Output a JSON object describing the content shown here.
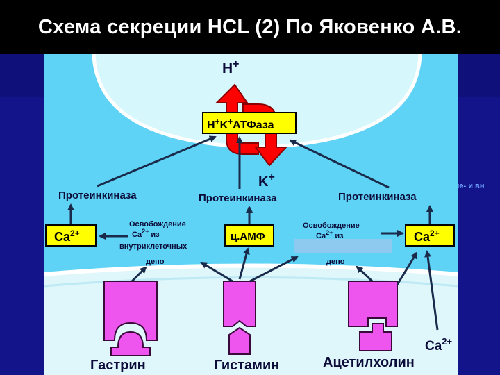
{
  "title": "Схема секреции HCL (2) По Яковенко А.В.",
  "colors": {
    "cell": "#5fd3f5",
    "lumen": "#d6f7fc",
    "box": "#ffff00",
    "pump": "#ff0000",
    "receptor": "#ee55ee",
    "slide_bg": "#10107a"
  },
  "lumen": {
    "ion": "H",
    "ion_sup": "+"
  },
  "pump": {
    "label": "H",
    "sup1": "+",
    "mid": "K",
    "sup2": "+",
    "rest": "АТФаза"
  },
  "k_ion": {
    "label": "K",
    "sup": "+"
  },
  "kinases": {
    "left": "Протеинкиназа",
    "center": "Протеинкиназа",
    "right": "Протеинкиназа"
  },
  "boxes": {
    "ca_left": {
      "label": "Ca",
      "sup": "2+"
    },
    "camp": "ц.АМФ",
    "ca_right": {
      "label": "Ca",
      "sup": "2+"
    }
  },
  "release_left": {
    "line1": "Освобождение",
    "line2a": "Ca",
    "line2sup": "2+",
    "line2b": " из",
    "line3": "внутриклеточных",
    "line4": "депо"
  },
  "release_right": {
    "line1": "Освобождение",
    "line2a": "Ca",
    "line2sup": "2+",
    "line2b": " из",
    "line4": "депо"
  },
  "receptors": {
    "left": "Гастрин",
    "center": "Гистамин",
    "right": "Ацетилхолин"
  },
  "ca_outside": {
    "label": "Ca",
    "sup": "2+"
  },
  "stray_text": "вне- и вн"
}
